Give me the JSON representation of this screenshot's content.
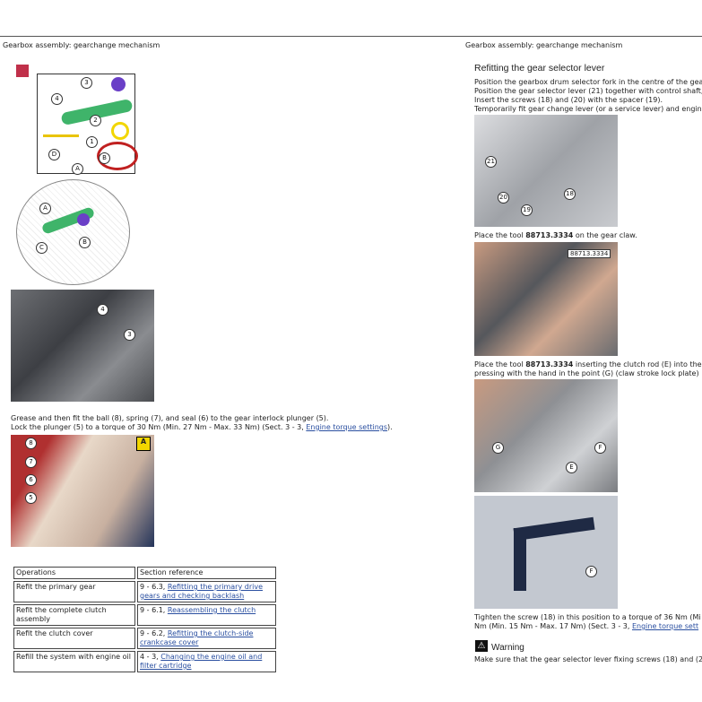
{
  "left": {
    "header": "Gearbox assembly: gearchange mechanism",
    "diagram_callouts": [
      "3",
      "4",
      "2",
      "1",
      "D",
      "B",
      "A",
      "A",
      "C",
      "B"
    ],
    "photo1_callouts": [
      "4",
      "3"
    ],
    "para": [
      "Grease and then fit the ball (8), spring (7), and seal (6) to the gear interlock plunger (5).",
      "Lock the plunger (5) to a torque of 30 Nm (Min. 27 Nm - Max. 33 Nm) (Sect. 3 - 3, "
    ],
    "para_link": "Engine torque settings",
    "para_end": ").",
    "photo2_callouts": [
      "8",
      "7",
      "6",
      "5"
    ],
    "photo2_badge": "A",
    "table": {
      "headers": [
        "Operations",
        "Section reference"
      ],
      "rows": [
        {
          "op": "Refit the primary gear",
          "ref": "9 - 6.3, ",
          "link": "Refitting the primary drive gears and checking backlash"
        },
        {
          "op": "Refit the complete clutch assembly",
          "ref": "9 - 6.1, ",
          "link": "Reassembling the clutch"
        },
        {
          "op": "Refit the clutch cover",
          "ref": "9 - 6.2, ",
          "link": "Refitting the clutch-side crankcase cover"
        },
        {
          "op": "Refill the system with engine oil",
          "ref": "4 - 3, ",
          "link": "Changing the engine oil and filter cartridge"
        }
      ]
    }
  },
  "right": {
    "header": "Gearbox assembly: gearchange mechanism",
    "title": "Refitting the gear selector lever",
    "intro": [
      "Position the gearbox drum selector fork in the centre of the gear",
      "Position the gear selector lever (21) together with control shaft,",
      "Insert the screws (18) and (20) with the spacer (19).",
      "Temporarily fit gear change lever (or a service lever) and engin"
    ],
    "photo1_callouts": [
      "21",
      "20",
      "19",
      "18"
    ],
    "step2_pre": "Place the tool ",
    "tool": "88713.3334",
    "step2_post": " on the gear claw.",
    "photo2_tag": "88713.3334",
    "step3_pre": "Place the tool ",
    "step3_post": " inserting the clutch rod (E) into the",
    "step3_line2": "pressing with the hand in the point (G) (claw stroke lock plate)",
    "photo3_callouts": [
      "G",
      "E",
      "F"
    ],
    "photo4_callouts": [
      "F"
    ],
    "tighten": [
      "Tighten the screw (18) in this position to a torque of 36 Nm (Mi",
      "Nm (Min. 15 Nm - Max. 17 Nm) (Sect. 3 - 3, "
    ],
    "tighten_link": "Engine torque sett",
    "warning_title": "Warning",
    "warning_text": "Make sure that the gear selector lever fixing screws (18) and (2"
  }
}
